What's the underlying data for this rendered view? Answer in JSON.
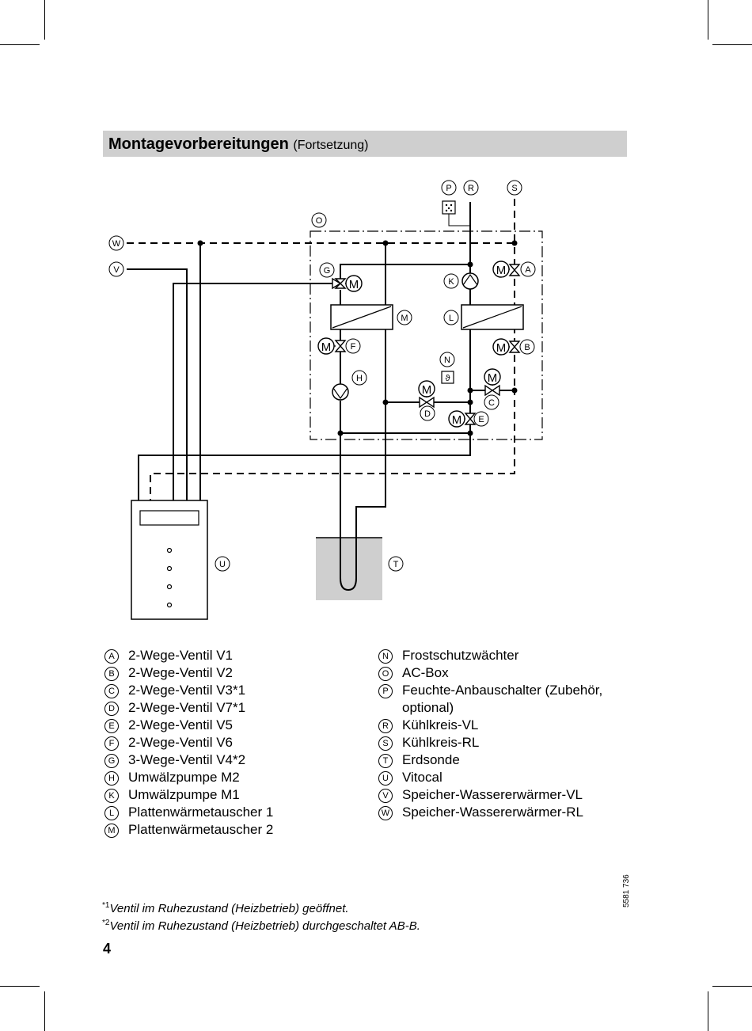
{
  "header": {
    "title": "Montagevorbereitungen",
    "subtitle": "(Fortsetzung)"
  },
  "diagram_labels": {
    "A": "A",
    "B": "B",
    "C": "C",
    "D": "D",
    "E": "E",
    "F": "F",
    "G": "G",
    "H": "H",
    "K": "K",
    "L": "L",
    "M": "M",
    "N": "N",
    "O": "O",
    "P": "P",
    "R": "R",
    "S": "S",
    "T": "T",
    "U": "U",
    "V": "V",
    "W": "W",
    "motor": "M"
  },
  "legend_left": [
    {
      "key": "A",
      "text": "2-Wege-Ventil V1"
    },
    {
      "key": "B",
      "text": "2-Wege-Ventil V2"
    },
    {
      "key": "C",
      "text": "2-Wege-Ventil V3*1"
    },
    {
      "key": "D",
      "text": "2-Wege-Ventil V7*1"
    },
    {
      "key": "E",
      "text": "2-Wege-Ventil V5"
    },
    {
      "key": "F",
      "text": "2-Wege-Ventil V6"
    },
    {
      "key": "G",
      "text": "3-Wege-Ventil V4*2"
    },
    {
      "key": "H",
      "text": "Umwälzpumpe M2"
    },
    {
      "key": "K",
      "text": "Umwälzpumpe M1"
    },
    {
      "key": "L",
      "text": "Plattenwärmetauscher 1"
    },
    {
      "key": "M",
      "text": "Plattenwärmetauscher 2"
    }
  ],
  "legend_right": [
    {
      "key": "N",
      "text": "Frostschutzwächter"
    },
    {
      "key": "O",
      "text": "AC-Box"
    },
    {
      "key": "P",
      "text": "Feuchte-Anbauschalter (Zubehör,"
    },
    {
      "key": "",
      "text": "optional)"
    },
    {
      "key": "R",
      "text": "Kühlkreis-VL"
    },
    {
      "key": "S",
      "text": "Kühlkreis-RL"
    },
    {
      "key": "T",
      "text": "Erdsonde"
    },
    {
      "key": "U",
      "text": "Vitocal"
    },
    {
      "key": "V",
      "text": "Speicher-Wassererwärmer-VL"
    },
    {
      "key": "W",
      "text": "Speicher-Wassererwärmer-RL"
    }
  ],
  "footnotes": [
    {
      "mark": "*1",
      "text": "Ventil im Ruhezustand (Heizbetrieb) geöffnet."
    },
    {
      "mark": "*2",
      "text": "Ventil im Ruhezustand (Heizbetrieb) durchgeschaltet AB-B."
    }
  ],
  "page_number": "4",
  "doc_number": "5581 736"
}
